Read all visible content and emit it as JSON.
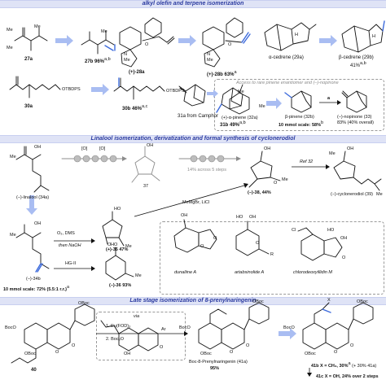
{
  "sections": [
    {
      "title": "alkyl olefin and terpene isomerization"
    },
    {
      "title": "Linalool isomerization, derivatization and formal synthesis of cyclonerodiol"
    },
    {
      "title": "Late stage isomerization of 8-prenylnaringenin"
    }
  ],
  "top": {
    "c27a": "27a",
    "c27b": "27b 96%",
    "c27b_sup": "a,b",
    "c28a": "(+)-28a",
    "c28b": "(+)-28b 63%",
    "c28b_sup": "a",
    "c29a": "α-cedrene (29a)",
    "c29b": "β-cedrene (29b)",
    "c29b_yield": "41%",
    "c29b_sup": "a,b",
    "c30a": "30a",
    "c30b": "30b 46%",
    "c30b_sup": "a,c",
    "c31a": "31a from Camphor",
    "c31b": "31b 49%",
    "c31b_sup": "a,b",
    "otbdps1": "OTBDPS",
    "otbdps2": "OTBDPS",
    "n_me_1": "N",
    "me_1": "Me",
    "n_me_2": "N",
    "me_2": "Me",
    "o1": "O",
    "o2": "O",
    "h29a": "H",
    "h29b": "H",
    "pinene_box_title": "Access to rare pinene enantiomer and (–)-nopinone",
    "c32a": "(+)-α-pinene (32a)",
    "c32b": "β-pinene (32b)",
    "c32b_scale": "10 mmol scale: 58%",
    "c32b_sup": "b",
    "c33": "(–)-nopinone (33)",
    "c33_yield": "83% (40% overall)",
    "arrow_a": "a",
    "me_labels": [
      "Me",
      "Me",
      "Me",
      "Me",
      "Me",
      "Me"
    ]
  },
  "middle": {
    "linalool": "(–)-linalool (34a)",
    "c34b": "(–)-34b",
    "c34b_scale": "10 mmol scale: 72% (5.5:1 r.r.)",
    "c34b_sup": "a",
    "c35": "(+)-35 47%",
    "c36": "(–)-36 93%",
    "c37": "37",
    "c38": "(–)-38, 44%",
    "c39": "(–)-cyclonerodiol (39)",
    "oh_labels": [
      "OH",
      "OH",
      "OH",
      "OH",
      "HO",
      "HO",
      "OH"
    ],
    "me_labels": [
      "Me",
      "Me",
      "Me",
      "Me",
      "Me",
      "Me",
      "Me"
    ],
    "cond_top1": "[O]",
    "cond_top2": "[O]",
    "cond_top3": "14% across 5 steps",
    "cond_ozone": "O₃, DMS",
    "cond_ozone2": "then NaOH",
    "cond_grignard": "MeMgBr, LiCl",
    "cond_hgii": "HG-II",
    "cond_ref": "Ref 32",
    "box_names": [
      "dunaliine A",
      "artabsinolide A",
      "chlorodeoxyillidin M"
    ],
    "box_atoms": [
      "OH",
      "HO",
      "OH",
      "HO",
      "Cl",
      "OH",
      "R",
      "O",
      "O",
      "O"
    ],
    "o_atoms": [
      "O",
      "O",
      "O"
    ]
  },
  "bottom": {
    "c40": "40",
    "c41a_name": "Boc-8-Prenylnaringenin (41a)",
    "c41a_yield": "95%",
    "c41b": "41b X = CH₃, 30%",
    "c41b_extra": "(+ 30% 41a)",
    "c41b_sup": "a",
    "c41c": "41c X = OH, 24% over 2 steps",
    "step1": "1. Eu(FOD)₃",
    "step2": "2. Boc₂O",
    "via": "via",
    "ar": "Ar",
    "boc_labels": [
      "OBoc",
      "BocO",
      "OBoc",
      "BocO",
      "OBoc",
      "BocO",
      "OBoc",
      "OBoc",
      "OBoc"
    ],
    "o_atoms": [
      "O",
      "O",
      "O",
      "O",
      "O",
      "O",
      "O"
    ],
    "x_label": "X",
    "oh_label": "OH"
  }
}
